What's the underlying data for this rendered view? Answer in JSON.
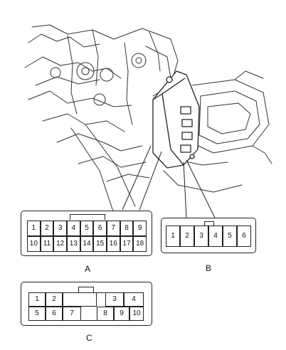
{
  "connectors": {
    "a": {
      "label": "A",
      "rows": [
        [
          "1",
          "2",
          "3",
          "4",
          "5",
          "6",
          "7",
          "8",
          "9"
        ],
        [
          "10",
          "11",
          "12",
          "13",
          "14",
          "15",
          "16",
          "17",
          "18"
        ]
      ]
    },
    "b": {
      "label": "B",
      "rows": [
        [
          "1",
          "2",
          "3",
          "4",
          "5",
          "6"
        ]
      ]
    },
    "c": {
      "label": "C",
      "rows": [
        [
          "1",
          "2",
          "",
          "",
          "3",
          "4"
        ],
        [
          "5",
          "6",
          "7",
          "",
          "8",
          "9",
          "10"
        ]
      ]
    }
  }
}
